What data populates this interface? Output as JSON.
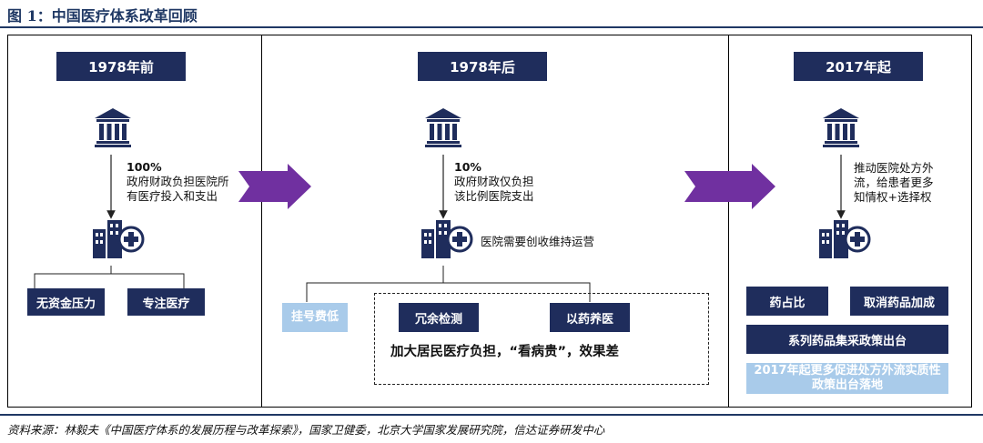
{
  "figure_title": "图 1：中国医疗体系改革回顾",
  "colors": {
    "dark_navy": "#1F2D5C",
    "light_blue": "#A9CBEA",
    "arrow_purple": "#7030A0",
    "rule": "#1F3864"
  },
  "icons": {
    "government": "bank-building-icon",
    "hospital": "hospital-plus-icon",
    "arrow": "chevron-arrow-icon"
  },
  "panels": [
    {
      "header": "1978年前",
      "funding_pct": "100%",
      "funding_line1": "政府财政负担医院所",
      "funding_line2": "有医疗投入和支出",
      "boxes": [
        "无资金压力",
        "专注医疗"
      ]
    },
    {
      "header": "1978年后",
      "funding_pct": "10%",
      "funding_line1": "政府财政仅负担",
      "funding_line2": "该比例医院支出",
      "hospital_note": "医院需要创收维持运营",
      "light_box": "挂号费低",
      "dark_boxes": [
        "冗余检测",
        "以药养医"
      ],
      "conclusion": "加大居民医疗负担，“看病贵”，效果差"
    },
    {
      "header": "2017年起",
      "funding_line1": "推动医院处方外",
      "funding_line2": "流，给患者更多",
      "funding_line3": "知情权+选择权",
      "boxes": [
        "药占比",
        "取消药品加成"
      ],
      "wide_box": "系列药品集采政策出台",
      "light_line1": "2017年起更多促进处方外流实质性",
      "light_line2": "政策出台落地"
    }
  ],
  "source": "资料来源：林毅夫《中国医疗体系的发展历程与改革探索》，国家卫健委，北京大学国家发展研究院，信达证券研发中心"
}
